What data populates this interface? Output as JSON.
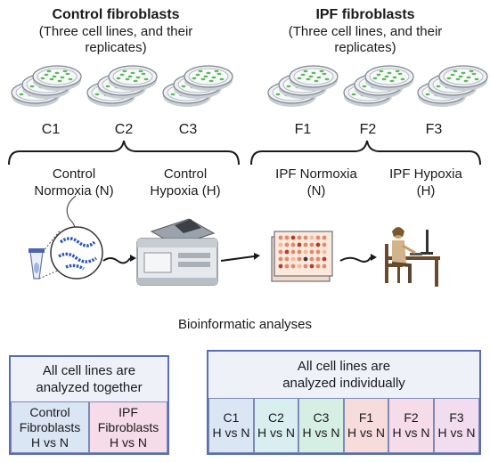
{
  "control": {
    "title": "Control fibroblasts",
    "subtitle_line1": "(Three cell lines, and their",
    "subtitle_line2": "replicates)",
    "lines": [
      "C1",
      "C2",
      "C3"
    ],
    "cond_n_line1": "Control",
    "cond_n_line2": "Normoxia (N)",
    "cond_h_line1": "Control",
    "cond_h_line2": "Hypoxia (H)"
  },
  "ipf": {
    "title": "IPF fibroblasts",
    "subtitle_line1": "(Three cell lines, and their",
    "subtitle_line2": "replicates)",
    "lines": [
      "F1",
      "F2",
      "F3"
    ],
    "cond_n_line1": "IPF Normoxia",
    "cond_n_line2": "(N)",
    "cond_h_line1": "IPF Hypoxia",
    "cond_h_line2": "(H)"
  },
  "analyses_label": "Bioinformatic analyses",
  "together_box": {
    "header_line1": "All cell lines are",
    "header_line2": "analyzed together",
    "cells": [
      {
        "line1": "Control",
        "line2": "Fibroblasts",
        "line3": "H vs N",
        "color": "#dbe6f5"
      },
      {
        "line1": "IPF",
        "line2": "Fibroblasts",
        "line3": "H vs N",
        "color": "#f6dce8"
      }
    ]
  },
  "individual_box": {
    "header_line1": "All cell lines are",
    "header_line2": "analyzed individually",
    "cells": [
      {
        "line1": "C1",
        "line2": "H vs N",
        "color": "#dbe6f5"
      },
      {
        "line1": "C2",
        "line2": "H vs N",
        "color": "#d9eef0"
      },
      {
        "line1": "C3",
        "line2": "H vs N",
        "color": "#d6efe4"
      },
      {
        "line1": "F1",
        "line2": "H vs N",
        "color": "#f7dcdc"
      },
      {
        "line1": "F2",
        "line2": "H vs N",
        "color": "#f6dce8"
      },
      {
        "line1": "F3",
        "line2": "H vs N",
        "color": "#f2dcf0"
      }
    ]
  },
  "colors": {
    "box_border": "#5a6fb0",
    "box_header_fill": "#eef1f8",
    "dish_green": "#5db95a",
    "dish_fill": "#eef0f2"
  }
}
